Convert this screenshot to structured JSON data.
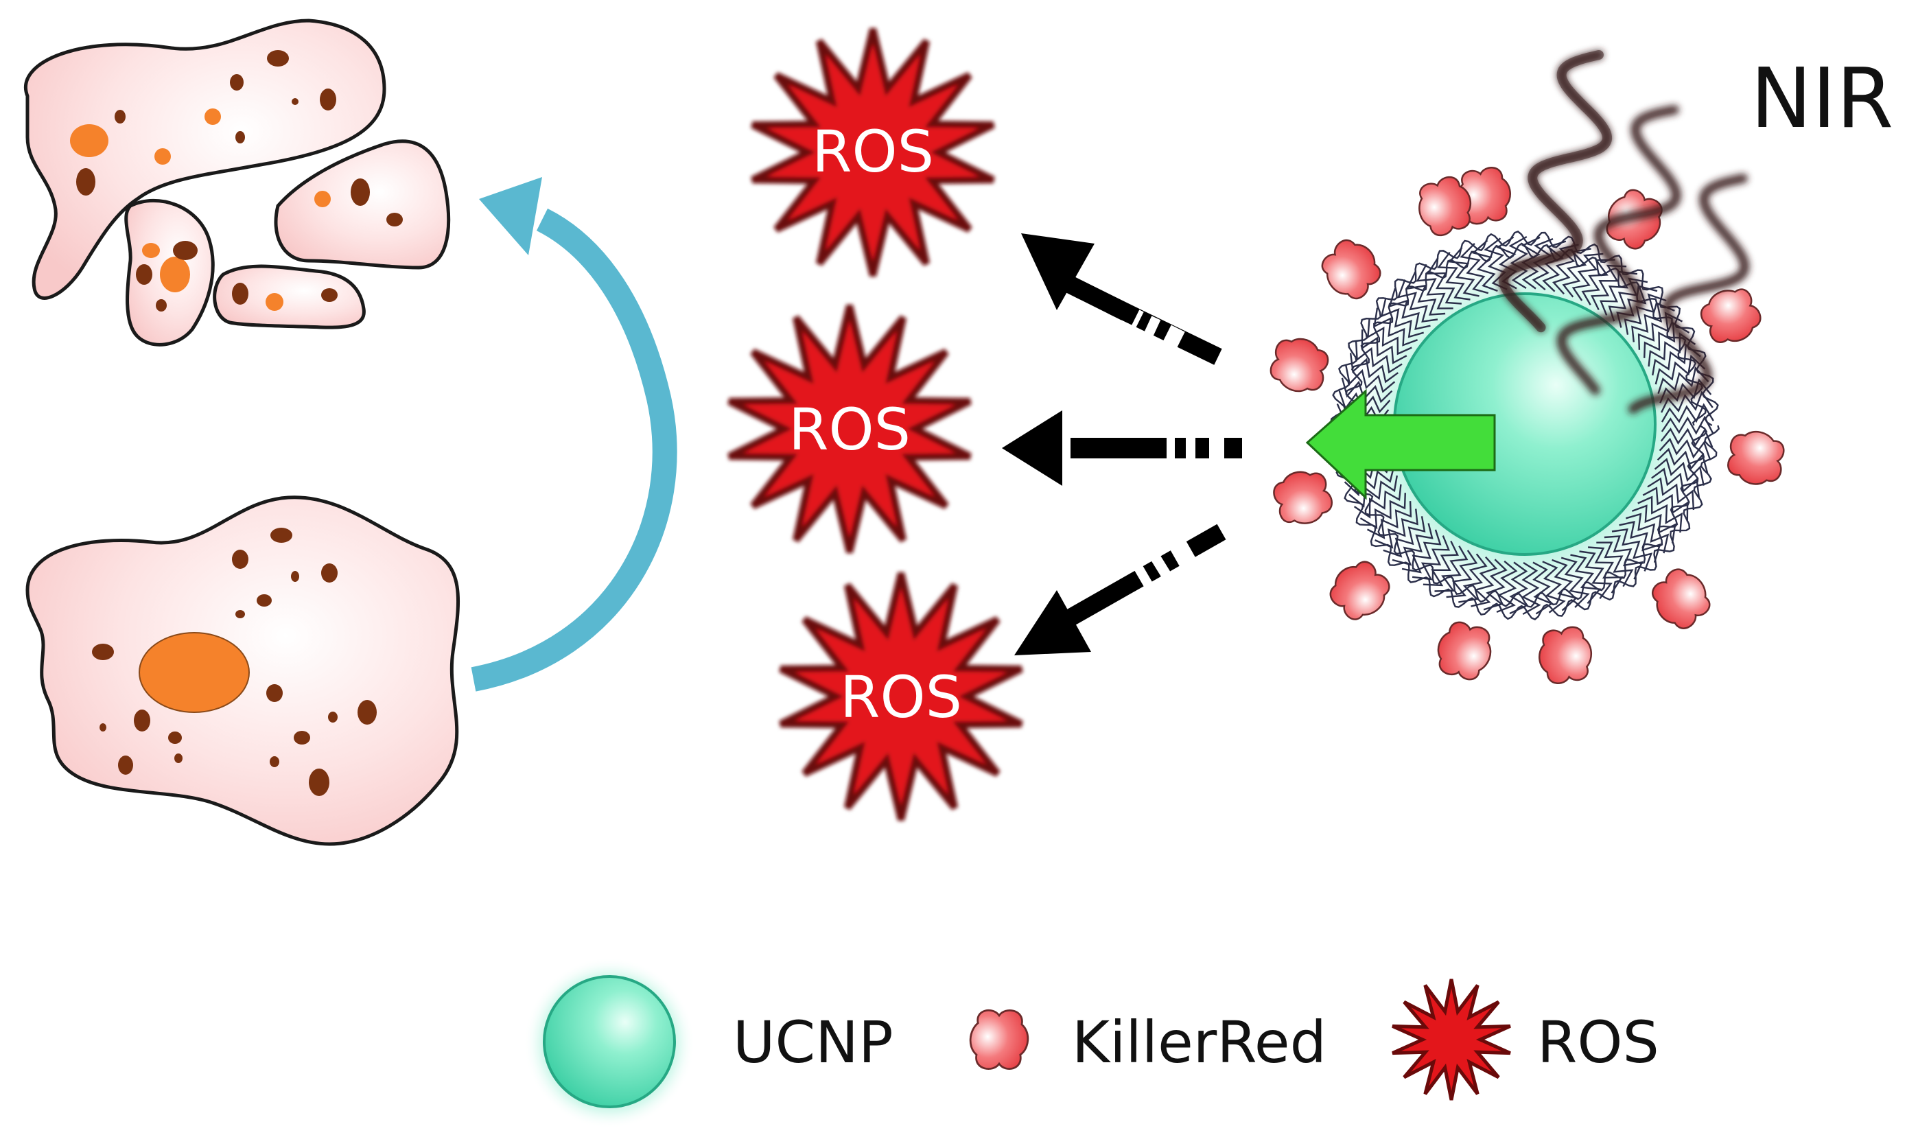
{
  "labels": {
    "nir": "NIR",
    "ros_burst": "ROS"
  },
  "legend": {
    "ucnp": "UCNP",
    "killerred": "KillerRed",
    "ros": "ROS"
  },
  "colors": {
    "cell_fill": "#fbd8d8",
    "cell_outline": "#1a1a1a",
    "nucleus": "#f5822b",
    "granule": "#7a3210",
    "cycle_arrow": "#5ab8d0",
    "ros_star": "#e3161b",
    "ros_star_edge": "#6a0a0a",
    "ucnp_core": "#44d6ad",
    "ucnp_glow": "#9ff0d7",
    "polymer_shell": "#2b2f4a",
    "killerred": "#f05a5f",
    "green_arrow": "#43dd3a",
    "nir_wave": "#3a1f1f",
    "black_arrow": "#000000"
  },
  "icons": {
    "dying_cells": "fragmented-cell-icon",
    "healthy_cell": "cell-icon",
    "cycle": "curved-arrow-icon",
    "ros": "starburst-icon",
    "nanoparticle": "nanoparticle-icon",
    "protein": "killerred-protein-icon",
    "wave": "nir-wave-icon"
  }
}
